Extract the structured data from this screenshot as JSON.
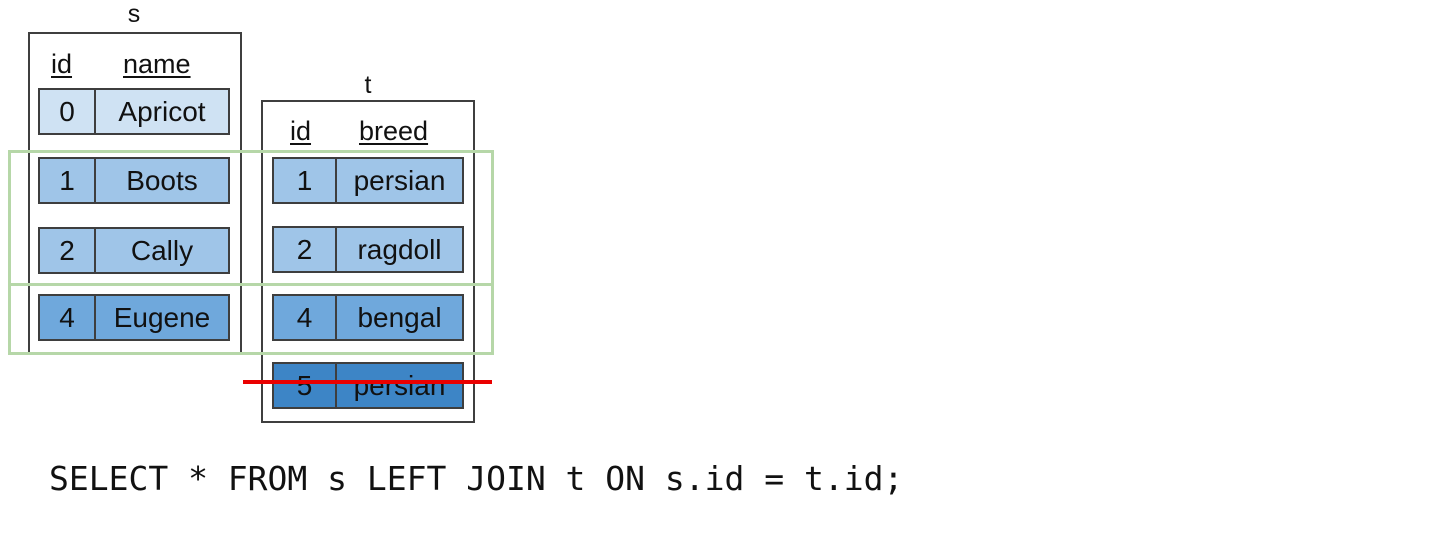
{
  "query": "SELECT * FROM s LEFT JOIN t ON s.id = t.id;",
  "colors": {
    "frame": "#3f3f3f",
    "match_box": "#b6d7a8",
    "strike": "#ea0000",
    "shade_1": "#cfe2f3",
    "shade_2": "#9fc5e8",
    "shade_3": "#6fa8dc",
    "shade_4": "#3d85c6"
  },
  "table_s": {
    "name": "s",
    "columns": [
      "id",
      "name"
    ],
    "rows": [
      {
        "id": "0",
        "name": "Apricot"
      },
      {
        "id": "1",
        "name": "Boots"
      },
      {
        "id": "2",
        "name": "Cally"
      },
      {
        "id": "4",
        "name": "Eugene"
      }
    ]
  },
  "table_t": {
    "name": "t",
    "columns": [
      "id",
      "breed"
    ],
    "rows": [
      {
        "id": "1",
        "breed": "persian"
      },
      {
        "id": "2",
        "breed": "ragdoll"
      },
      {
        "id": "4",
        "breed": "bengal"
      },
      {
        "id": "5",
        "breed": "persian"
      }
    ]
  }
}
